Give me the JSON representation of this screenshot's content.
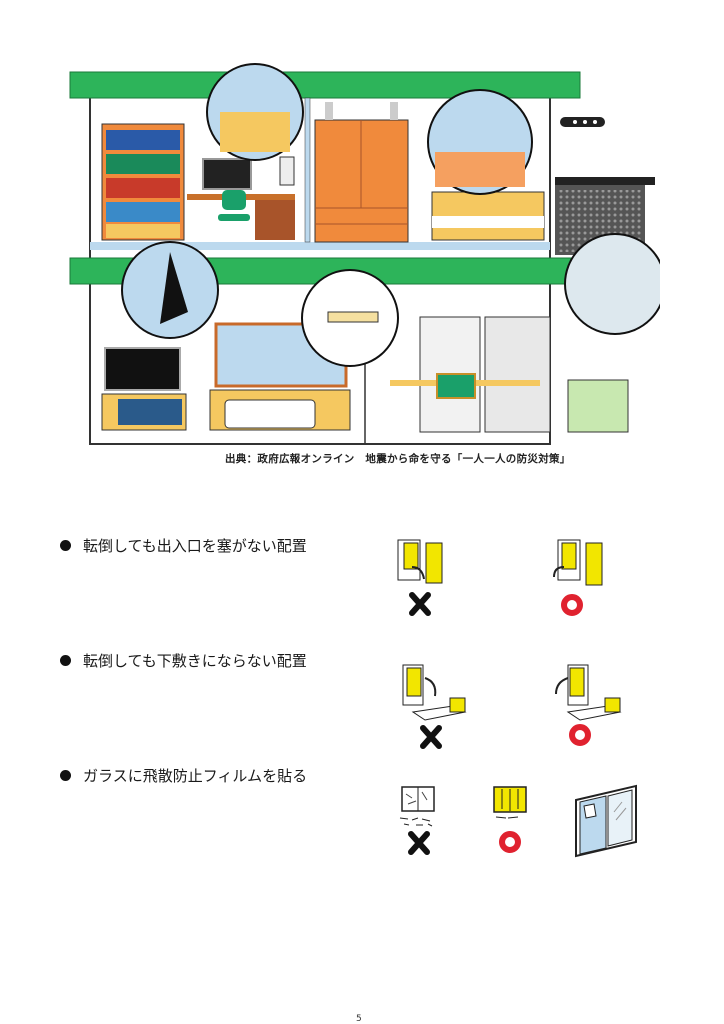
{
  "illustration": {
    "description": "Cutaway two-story house showing furniture fixed to walls and ceilings to prevent toppling",
    "colors": {
      "floor_beam": "#2db45a",
      "wall_outline": "#222222",
      "furniture_wood": "#f08a3c",
      "light_wood": "#f5c860",
      "sky_blue": "#bcd9ee",
      "yellow": "#f2e600",
      "red": "#e0222f",
      "black": "#1a1a1a"
    },
    "rooms": [
      "bookshelf-room",
      "bedroom",
      "living-room",
      "dining-kitchen"
    ]
  },
  "caption": "出典：政府広報オンライン　地震から命を守る「一人一人の防災対策」",
  "tips": [
    {
      "text": "転倒しても出入口を塞がない配置",
      "examples": [
        {
          "label": "ng",
          "symbol": "✖",
          "scene": "cabinet-blocks-door"
        },
        {
          "label": "ok",
          "symbol": "○",
          "scene": "cabinet-away-from-door"
        }
      ]
    },
    {
      "text": "転倒しても下敷きにならない配置",
      "examples": [
        {
          "label": "ng",
          "symbol": "✖",
          "scene": "cabinet-falls-on-bed"
        },
        {
          "label": "ok",
          "symbol": "○",
          "scene": "cabinet-falls-away-from-bed"
        }
      ]
    },
    {
      "text": "ガラスに飛散防止フィルムを貼る",
      "examples": [
        {
          "label": "ng",
          "symbol": "✖",
          "scene": "shattered-glass"
        },
        {
          "label": "ok",
          "symbol": "○",
          "scene": "film-holds-glass"
        },
        {
          "label": "info",
          "symbol": "",
          "scene": "window-with-film"
        }
      ]
    }
  ],
  "page_number": "5"
}
